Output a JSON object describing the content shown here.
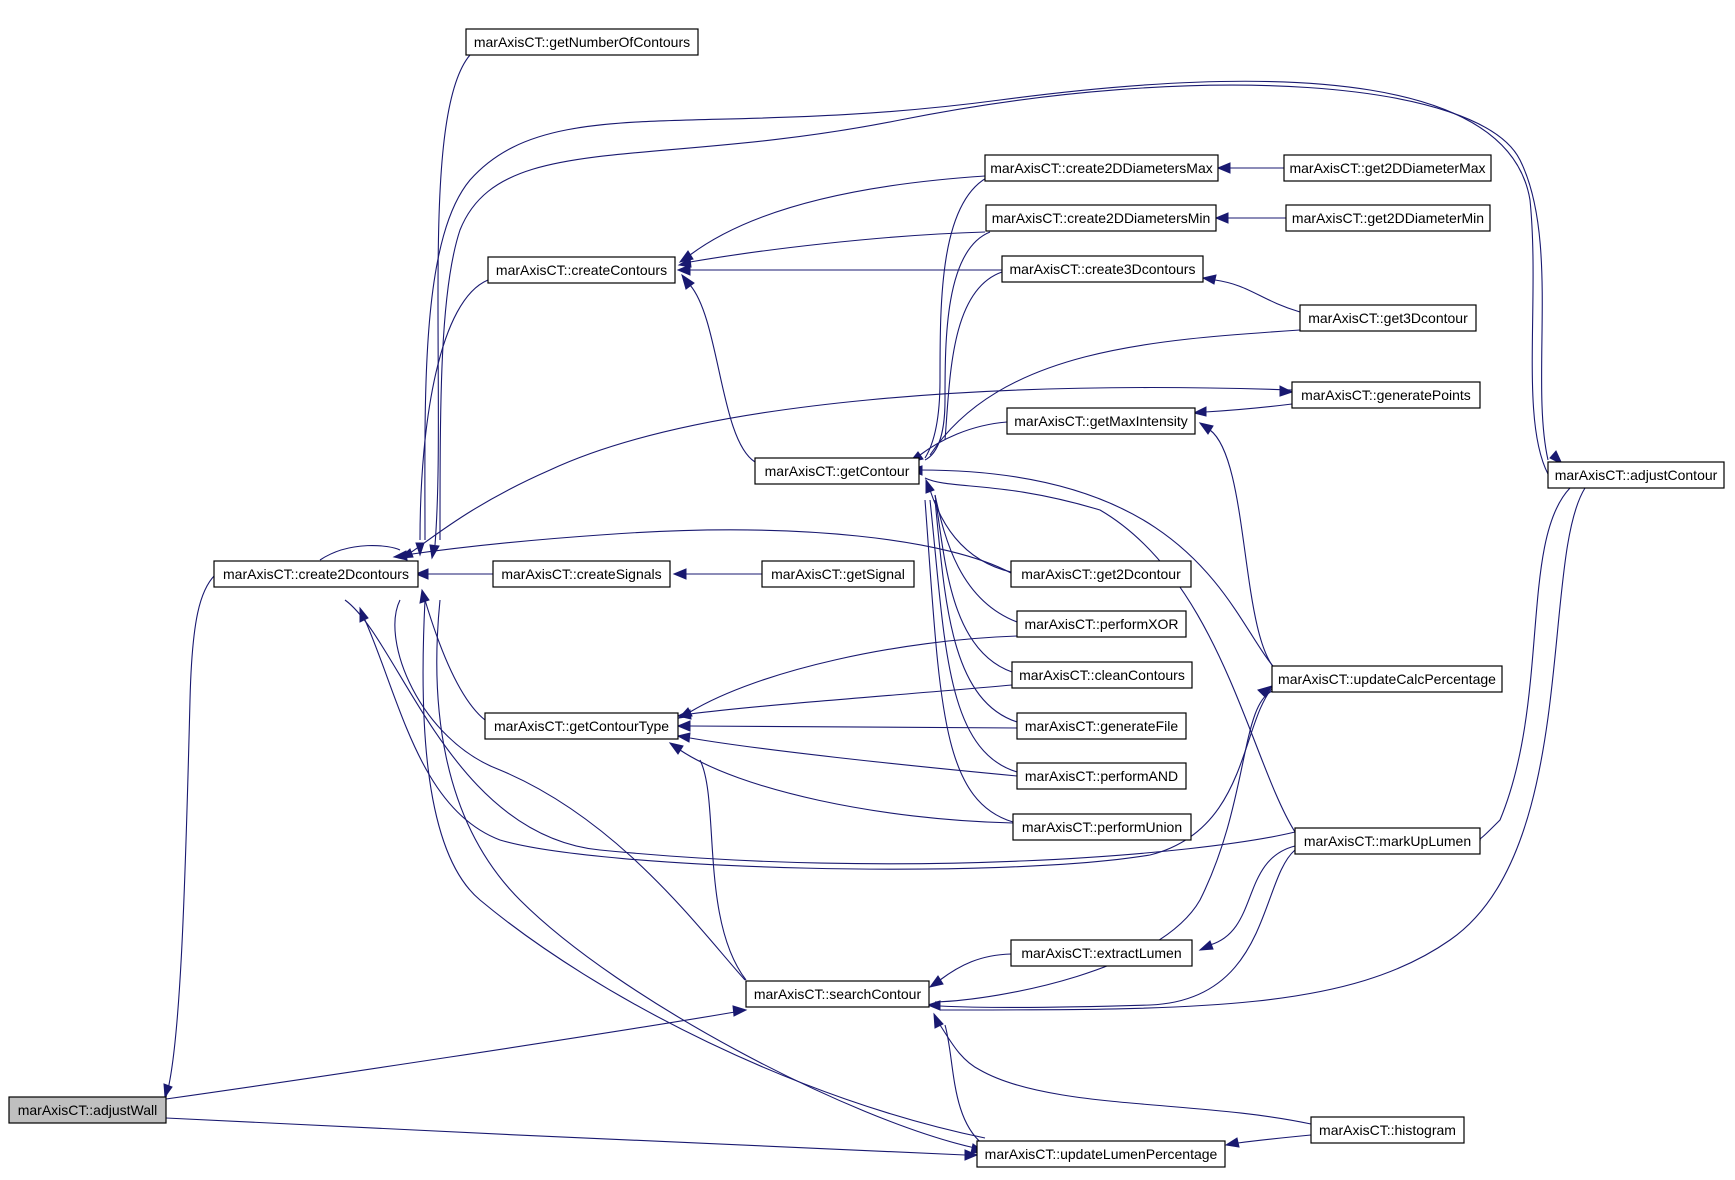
{
  "diagram": {
    "type": "call-graph",
    "colors": {
      "edge": "#191970",
      "node_border": "#000000",
      "node_fill": "#ffffff",
      "root_fill": "#bfbfbf"
    },
    "nodes": [
      {
        "id": "adjustWall",
        "label": "marAxisCT::adjustWall",
        "root": true
      },
      {
        "id": "create2Dcontours",
        "label": "marAxisCT::create2Dcontours"
      },
      {
        "id": "getNumberOfContours",
        "label": "marAxisCT::getNumberOfContours"
      },
      {
        "id": "createContours",
        "label": "marAxisCT::createContours"
      },
      {
        "id": "createSignals",
        "label": "marAxisCT::createSignals"
      },
      {
        "id": "getSignal",
        "label": "marAxisCT::getSignal"
      },
      {
        "id": "getContourType",
        "label": "marAxisCT::getContourType"
      },
      {
        "id": "getContour",
        "label": "marAxisCT::getContour"
      },
      {
        "id": "searchContour",
        "label": "marAxisCT::searchContour"
      },
      {
        "id": "updateLumenPercentage",
        "label": "marAxisCT::updateLumenPercentage"
      },
      {
        "id": "create2DDiametersMax",
        "label": "marAxisCT::create2DDiametersMax"
      },
      {
        "id": "create2DDiametersMin",
        "label": "marAxisCT::create2DDiametersMin"
      },
      {
        "id": "create3Dcontours",
        "label": "marAxisCT::create3Dcontours"
      },
      {
        "id": "getMaxIntensity",
        "label": "marAxisCT::getMaxIntensity"
      },
      {
        "id": "get2Dcontour",
        "label": "marAxisCT::get2Dcontour"
      },
      {
        "id": "performXOR",
        "label": "marAxisCT::performXOR"
      },
      {
        "id": "cleanContours",
        "label": "marAxisCT::cleanContours"
      },
      {
        "id": "generateFile",
        "label": "marAxisCT::generateFile"
      },
      {
        "id": "performAND",
        "label": "marAxisCT::performAND"
      },
      {
        "id": "performUnion",
        "label": "marAxisCT::performUnion"
      },
      {
        "id": "extractLumen",
        "label": "marAxisCT::extractLumen"
      },
      {
        "id": "get2DDiameterMax",
        "label": "marAxisCT::get2DDiameterMax"
      },
      {
        "id": "get2DDiameterMin",
        "label": "marAxisCT::get2DDiameterMin"
      },
      {
        "id": "get3Dcontour",
        "label": "marAxisCT::get3Dcontour"
      },
      {
        "id": "generatePoints",
        "label": "marAxisCT::generatePoints"
      },
      {
        "id": "updateCalcPercentage",
        "label": "marAxisCT::updateCalcPercentage"
      },
      {
        "id": "markUpLumen",
        "label": "marAxisCT::markUpLumen"
      },
      {
        "id": "histogram",
        "label": "marAxisCT::histogram"
      },
      {
        "id": "adjustContour",
        "label": "marAxisCT::adjustContour"
      }
    ]
  }
}
